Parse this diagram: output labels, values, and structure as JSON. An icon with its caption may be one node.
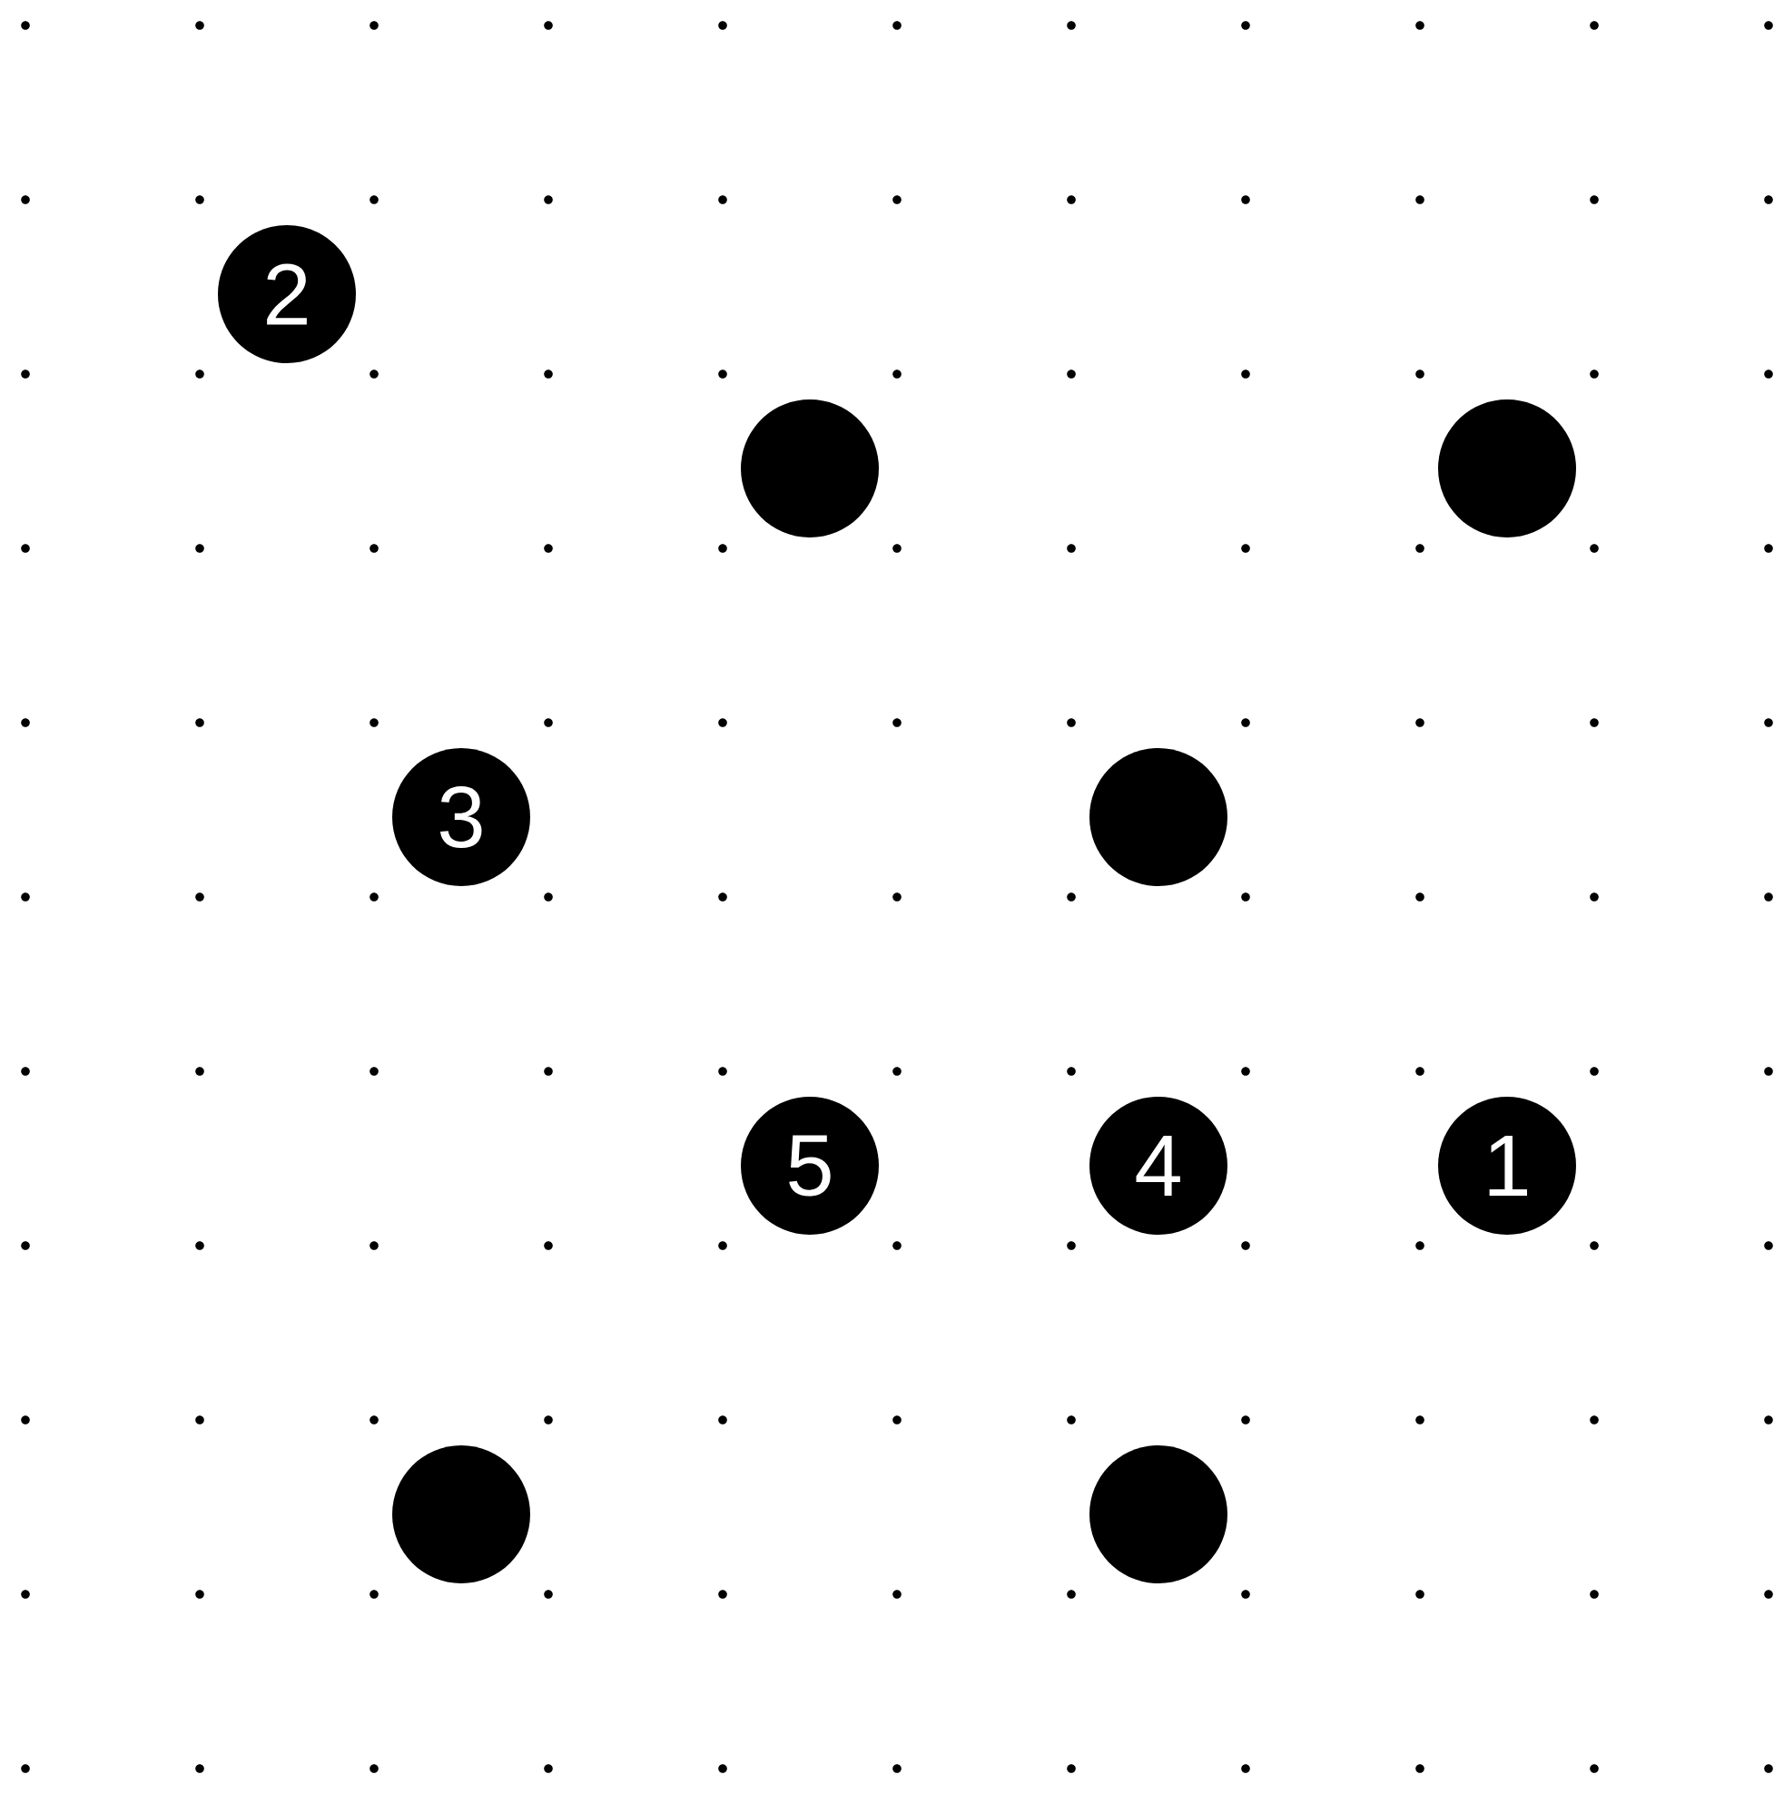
{
  "diagram": {
    "nodes": [
      {
        "text": [
          "2"
        ]
      },
      {
        "text": [],
        "shape": "circle"
      },
      {
        "text": [],
        "shape": "circle"
      },
      {
        "text": [
          "3"
        ]
      },
      {
        "text": [],
        "shape": "circle"
      },
      {
        "text": [
          "5"
        ]
      },
      {
        "text": [
          "4"
        ]
      },
      {
        "text": [
          "1"
        ]
      },
      {
        "text": [],
        "shape": "circle"
      },
      {
        "text": [],
        "shape": "circle"
      }
    ]
  }
}
